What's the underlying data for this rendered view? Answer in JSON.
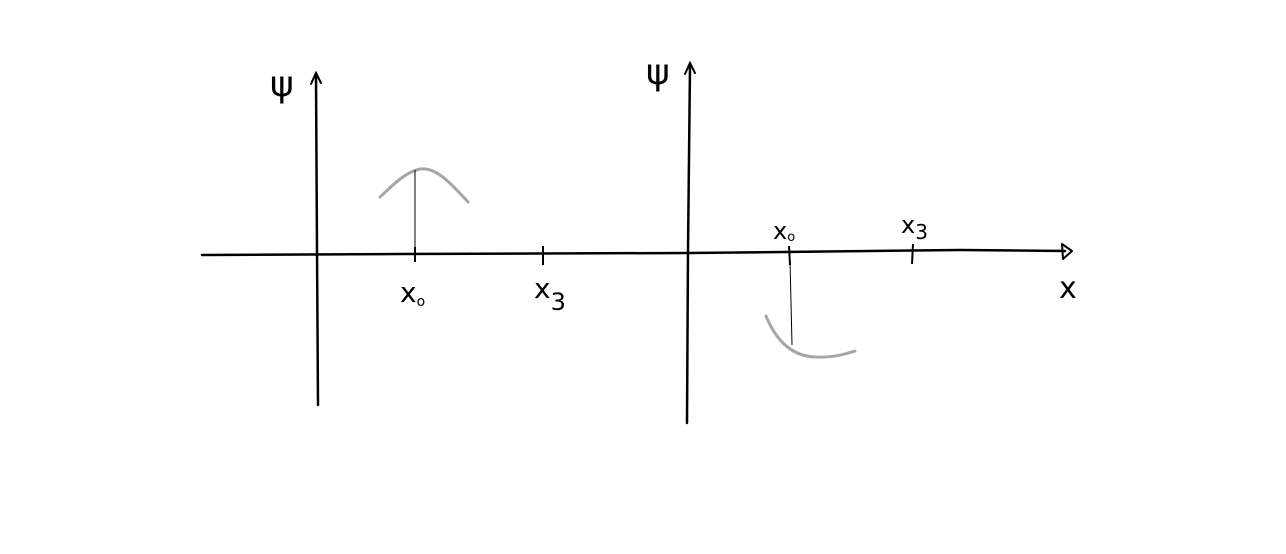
{
  "diagram": {
    "colors": {
      "ink": "#000000",
      "curve": "#a6a6a6",
      "background": "#ffffff"
    },
    "left_panel": {
      "y_axis_label": "ψ",
      "tick_labels": {
        "x0_base": "x",
        "x0_sub": "o",
        "x3_base": "x",
        "x3_sub": "3"
      }
    },
    "right_panel": {
      "y_axis_label": "ψ",
      "x_axis_label": "x",
      "tick_labels": {
        "x0_base": "x",
        "x0_sub": "o",
        "x3_base": "x",
        "x3_sub": "3"
      }
    }
  }
}
